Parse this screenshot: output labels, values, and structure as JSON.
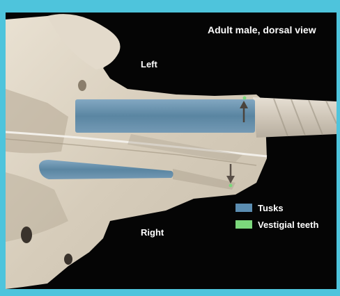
{
  "title": "Adult male, dorsal view",
  "labels": {
    "left": "Left",
    "right": "Right"
  },
  "legend": [
    {
      "label": "Tusks",
      "color": "#5b8db1"
    },
    {
      "label": "Vestigial teeth",
      "color": "#7cd87c"
    }
  ],
  "colors": {
    "frame": "#4ec4dc",
    "background": "#050505",
    "bone": "#ddd3c2",
    "tusk": "#5b8db1",
    "vestigial": "#7cd87c",
    "arrow": "#5a5048"
  }
}
